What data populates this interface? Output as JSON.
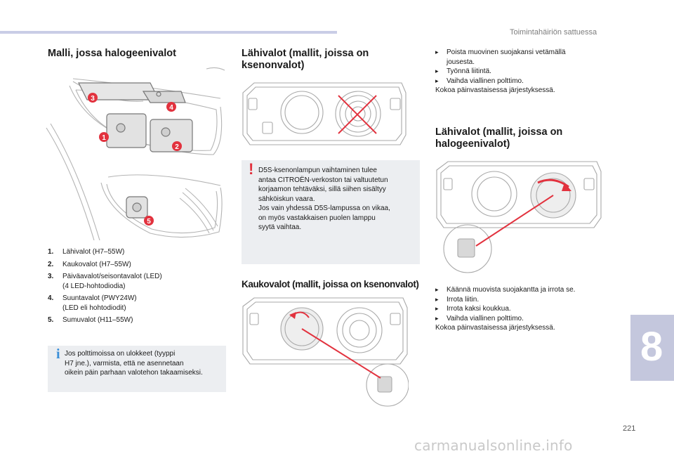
{
  "header": {
    "section_title": "Toimintahäiriön sattuessa"
  },
  "col1": {
    "title": "Malli, jossa halogeenivalot",
    "callouts": [
      "1",
      "2",
      "3",
      "4",
      "5"
    ],
    "list": [
      {
        "num": "1.",
        "text": "Lähivalot (H7–55W)"
      },
      {
        "num": "2.",
        "text": "Kaukovalot (H7–55W)"
      },
      {
        "num": "3.",
        "text": "Päiväavalot/seisontavalot (LED)",
        "text2": "(4 LED-hohtodiodia)"
      },
      {
        "num": "4.",
        "text": "Suuntavalot (PWY24W)",
        "text2": "(LED eli hohtodiodit)"
      },
      {
        "num": "5.",
        "text": "Sumuvalot (H11–55W)"
      }
    ],
    "note": {
      "icon": "i",
      "lines": [
        "Jos polttimoissa on ulokkeet (tyyppi",
        "H7 jne.), varmista, että ne asennetaan",
        "oikein päin parhaan valotehon takaamiseksi."
      ]
    }
  },
  "col2": {
    "title_line1": "Lähivalot (mallit, joissa on",
    "title_line2": "ksenonvalot)",
    "warning": {
      "icon": "!",
      "lines": [
        "D5S-ksenonlampun vaihtaminen tulee",
        "antaa CITROËN-verkoston tai valtuutetun",
        "korjaamon tehtäväksi, sillä siihen sisältyy",
        "sähköiskun vaara.",
        "Jos vain yhdessä D5S-lampussa on vikaa,",
        "on myös vastakkaisen puolen lamppu",
        "syytä vaihtaa."
      ]
    },
    "title2": "Kaukovalot (mallit, joissa on ksenonvalot)"
  },
  "col3": {
    "bullets1": [
      {
        "line1": "Poista muovinen suojakansi vetämällä",
        "line2": "jousesta."
      },
      {
        "line1": "Työnnä liitintä."
      },
      {
        "line1": "Vaihda viallinen polttimo."
      }
    ],
    "end1": "Kokoa päinvastaisessa järjestyksessä.",
    "title_line1": "Lähivalot (mallit, joissa on",
    "title_line2": "halogeenivalot)",
    "bullets2": [
      {
        "line1": "Käännä muovista suojakantta ja irrota se."
      },
      {
        "line1": "Irrota liitin."
      },
      {
        "line1": "Irrota kaksi koukkua."
      },
      {
        "line1": "Vaihda viallinen polttimo."
      }
    ],
    "end2": "Kokoa päinvastaisessa järjestyksessä."
  },
  "footer": {
    "chapter": "8",
    "page": "221",
    "watermark": "carmanualsonline.info"
  },
  "colors": {
    "accent_red": "#e2323e",
    "note_bg": "#eceef1",
    "note_blue": "#3a8fd8",
    "tab": "#c4c7dd"
  }
}
